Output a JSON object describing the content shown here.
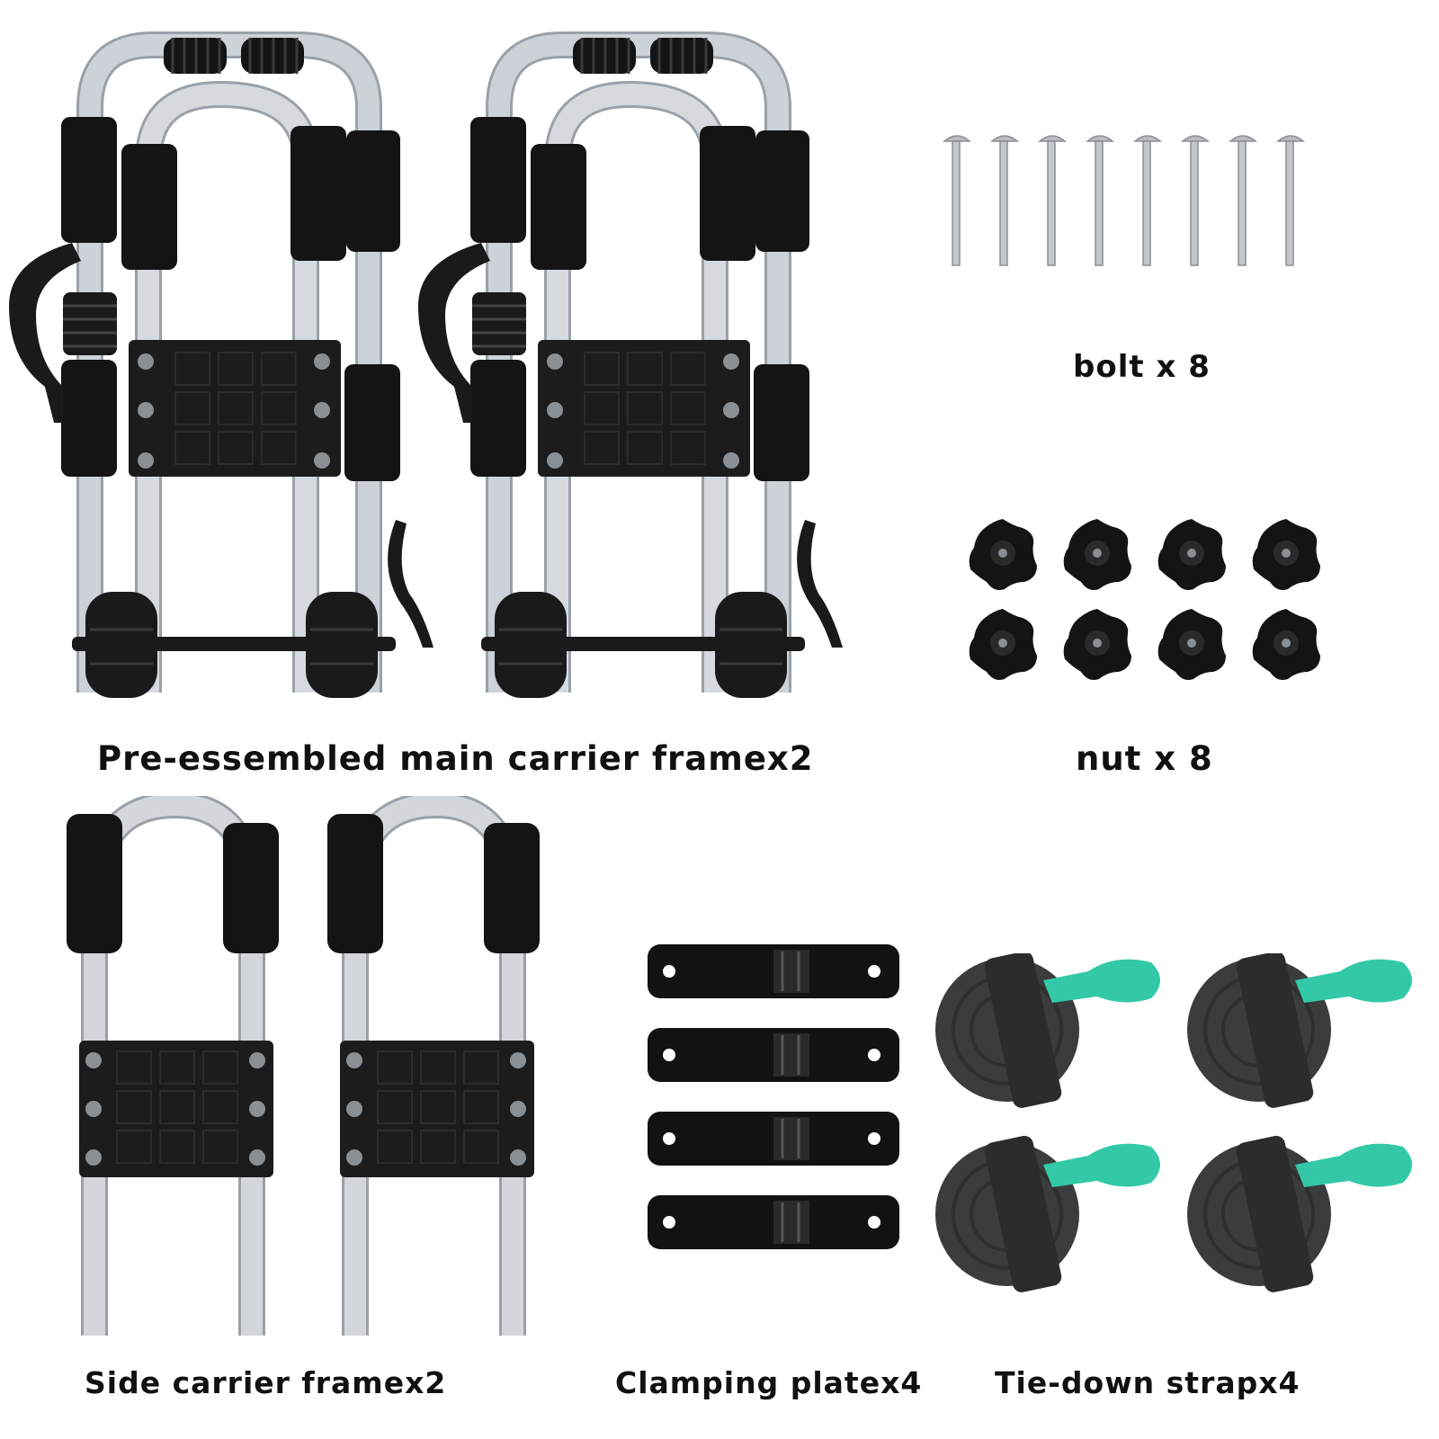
{
  "labels": {
    "main_frame": "Pre-essembled main carrier framex2",
    "bolt": "bolt x 8",
    "nut": "nut x 8",
    "side_frame": "Side carrier framex2",
    "clamping_plate": "Clamping platex4",
    "strap": "Tie-down strapx4"
  },
  "counts": {
    "main_frame": 2,
    "bolt": 8,
    "nut": 8,
    "side_frame": 2,
    "clamping_plate": 4,
    "strap": 4
  },
  "colors": {
    "tube": "#c9ced4",
    "tube_edge": "#9aa1a8",
    "foam": "#141414",
    "plate": "#1c1c1c",
    "bolt": "#b8bcc0",
    "strap": "#3a3d3b",
    "buckle": "#33c9a8",
    "text": "#111111"
  }
}
